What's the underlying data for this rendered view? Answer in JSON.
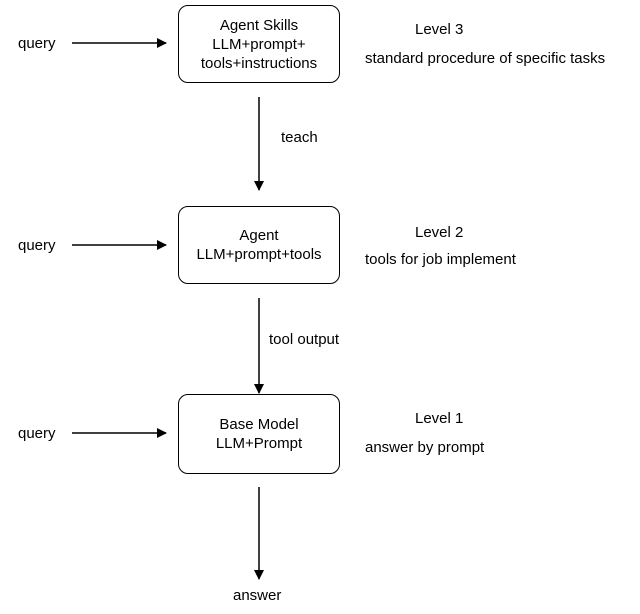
{
  "nodes": {
    "skills": {
      "title": "Agent Skills",
      "line2": "LLM+prompt+",
      "line3": "tools+instructions"
    },
    "agent": {
      "title": "Agent",
      "line2": "LLM+prompt+tools"
    },
    "base": {
      "title": "Base Model",
      "line2": "LLM+Prompt"
    }
  },
  "inputs": {
    "skills_query": "query",
    "agent_query": "query",
    "base_query": "query"
  },
  "edges": {
    "skills_to_agent": "teach",
    "agent_to_base": "tool output"
  },
  "output": {
    "answer": "answer"
  },
  "levels": {
    "level3": {
      "title": "Level 3",
      "desc": "standard procedure of specific tasks"
    },
    "level2": {
      "title": "Level 2",
      "desc": "tools for job implement"
    },
    "level1": {
      "title": "Level 1",
      "desc": "answer by prompt"
    }
  }
}
